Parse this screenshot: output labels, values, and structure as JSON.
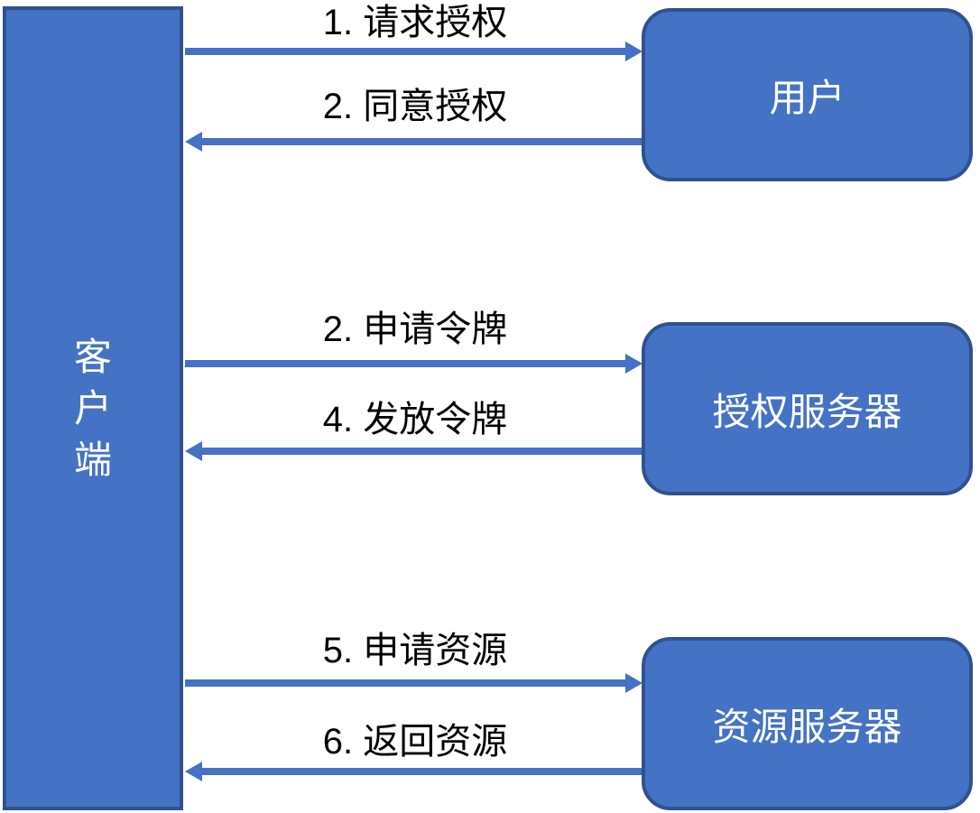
{
  "diagram": {
    "client": {
      "label": "客户端"
    },
    "entities": [
      {
        "id": "user",
        "label": "用户"
      },
      {
        "id": "auth-server",
        "label": "授权服务器"
      },
      {
        "id": "resource-server",
        "label": "资源服务器"
      }
    ],
    "arrows": [
      {
        "label": "1. 请求授权",
        "direction": "right",
        "from": "客户端",
        "to": "用户"
      },
      {
        "label": "2. 同意授权",
        "direction": "left",
        "from": "用户",
        "to": "客户端"
      },
      {
        "label": "2. 申请令牌",
        "direction": "right",
        "from": "客户端",
        "to": "授权服务器"
      },
      {
        "label": "4. 发放令牌",
        "direction": "left",
        "from": "授权服务器",
        "to": "客户端"
      },
      {
        "label": "5. 申请资源",
        "direction": "right",
        "from": "客户端",
        "to": "资源服务器"
      },
      {
        "label": "6. 返回资源",
        "direction": "left",
        "from": "资源服务器",
        "to": "客户端"
      }
    ],
    "colors": {
      "shape_fill": "#4472C4",
      "shape_border": "#2F528F",
      "arrow": "#4472C4",
      "label_text": "#000000",
      "shape_text": "#FFFFFF",
      "background": "#FFFFFF"
    }
  }
}
